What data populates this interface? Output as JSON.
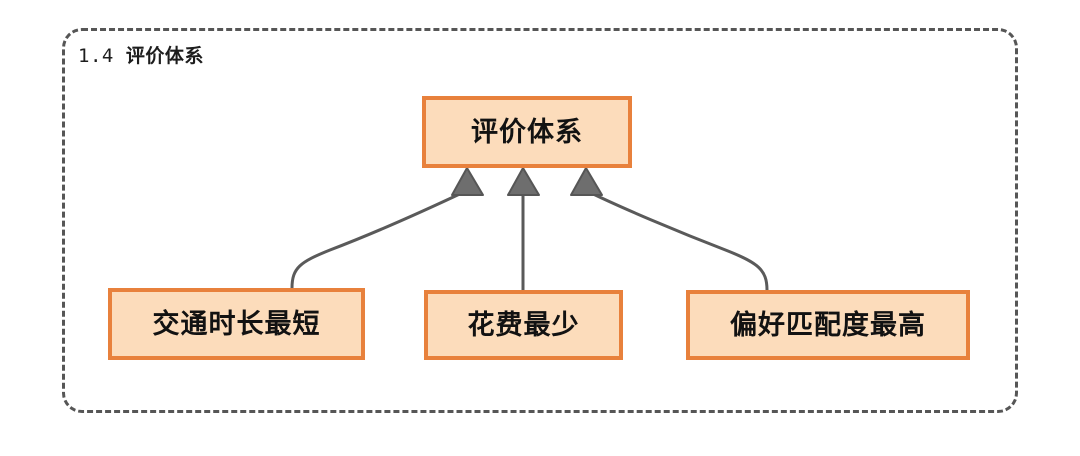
{
  "group": {
    "number": "1.4",
    "title": "评价体系",
    "border_color": "#565656",
    "border_style": "dashed"
  },
  "palette": {
    "node_border": "#E8813C",
    "node_fill": "#FCDCBB",
    "connector": "#5A5A5A",
    "arrow_fill": "#6E6E6E",
    "text": "#121212",
    "background": "#FFFFFF"
  },
  "diagram": {
    "type": "hierarchy",
    "root": {
      "id": "root",
      "label": "评价体系"
    },
    "children": [
      {
        "id": "time",
        "label": "交通时长最短",
        "edge": "curve-left"
      },
      {
        "id": "cost",
        "label": "花费最少",
        "edge": "straight"
      },
      {
        "id": "pref",
        "label": "偏好匹配度最高",
        "edge": "curve-right"
      }
    ],
    "arrow_head": "filled-triangle",
    "arrow_direction": "child-to-parent"
  }
}
